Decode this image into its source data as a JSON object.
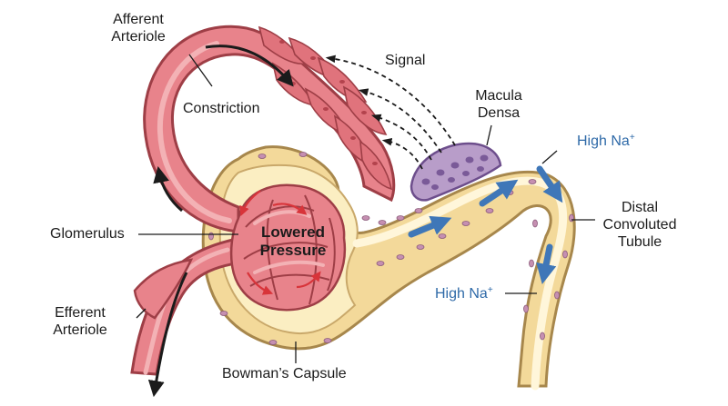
{
  "labels": {
    "afferent_arteriole": [
      "Afferent",
      "Arteriole"
    ],
    "signal": "Signal",
    "macula_densa": [
      "Macula",
      "Densa"
    ],
    "constriction": "Constriction",
    "high_na_top": {
      "text": "High Na",
      "sup": "+"
    },
    "distal_tubule": [
      "Distal",
      "Convoluted",
      "Tubule"
    ],
    "glomerulus": "Glomerulus",
    "lowered_pressure": [
      "Lowered",
      "Pressure"
    ],
    "high_na_bottom": {
      "text": "High Na",
      "sup": "+"
    },
    "efferent_arteriole": [
      "Efferent",
      "Arteriole"
    ],
    "bowmans_capsule": "Bowman’s Capsule"
  },
  "colors": {
    "vessel_fill": "#e8838b",
    "vessel_light": "#f3b2b5",
    "vessel_outline": "#9e3e46",
    "tubule_fill": "#f3d99a",
    "tubule_outline": "#a7874c",
    "macula_fill": "#b89dc9",
    "macula_nuclei": "#7a5a98",
    "flow_arrow": "#3f77b8",
    "label_blue": "#2f6aa8",
    "dark_arrow": "#1b1b1b",
    "red_arrow": "#d8343a"
  }
}
